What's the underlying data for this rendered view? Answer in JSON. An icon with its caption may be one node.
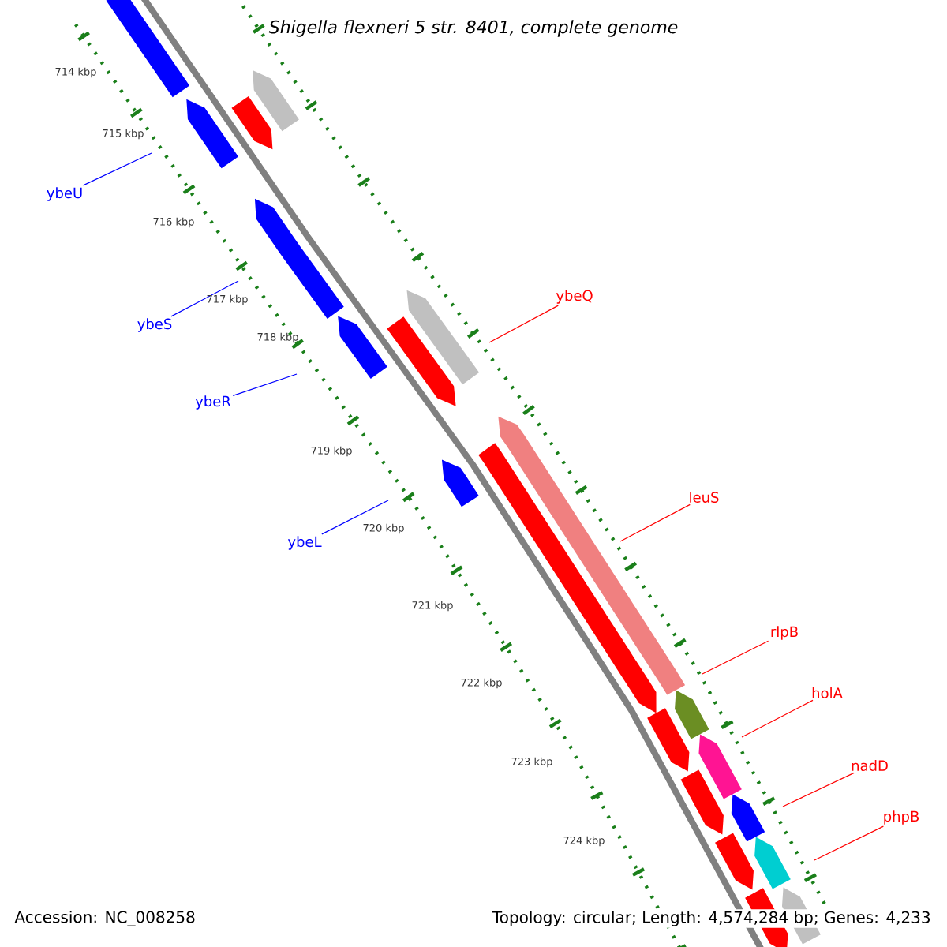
{
  "diagram": {
    "title": "Shigella flexneri 5 str. 8401, complete genome",
    "nodes": [
      {
        "text": [
          "ybeU"
        ]
      },
      {
        "text": [
          "ybeS"
        ]
      },
      {
        "text": [
          "ybeR"
        ]
      },
      {
        "text": [
          "ybeL"
        ]
      },
      {
        "text": [
          "ybeQ"
        ]
      },
      {
        "text": [
          "leuS"
        ]
      },
      {
        "text": [
          "rlpB"
        ]
      },
      {
        "text": [
          "holA"
        ]
      },
      {
        "text": [
          "nadD"
        ]
      },
      {
        "text": [
          "phpB"
        ]
      }
    ],
    "edges": [
      {
        "from": 0,
        "to": null,
        "arrow": "none",
        "color": "#0000ff"
      },
      {
        "from": 1,
        "to": null,
        "arrow": "none",
        "color": "#0000ff"
      },
      {
        "from": 2,
        "to": null,
        "arrow": "none",
        "color": "#0000ff"
      },
      {
        "from": 3,
        "to": null,
        "arrow": "none",
        "color": "#0000ff"
      },
      {
        "from": 4,
        "to": null,
        "arrow": "none",
        "color": "#ff0000"
      },
      {
        "from": 5,
        "to": null,
        "arrow": "none",
        "color": "#ff0000"
      },
      {
        "from": 6,
        "to": null,
        "arrow": "none",
        "color": "#ff0000"
      },
      {
        "from": 7,
        "to": null,
        "arrow": "none",
        "color": "#ff0000"
      },
      {
        "from": 8,
        "to": null,
        "arrow": "none",
        "color": "#ff0000"
      },
      {
        "from": 9,
        "to": null,
        "arrow": "none",
        "color": "#ff0000"
      }
    ],
    "labels": [
      "714 kbp",
      "715 kbp",
      "716 kbp",
      "717 kbp",
      "718 kbp",
      "719 kbp",
      "720 kbp",
      "721 kbp",
      "722 kbp",
      "723 kbp",
      "724 kbp",
      "Accession: NC_008258",
      "Topology: circular; Length: 4,574,284 bp; Genes: 4,233"
    ]
  }
}
